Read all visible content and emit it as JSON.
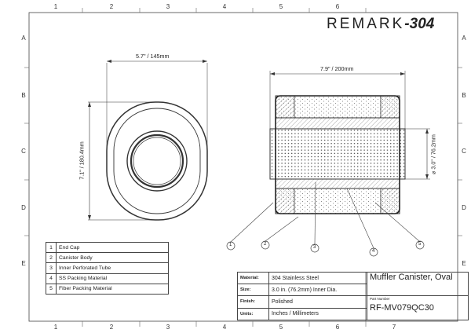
{
  "brand": {
    "word": "REMARK",
    "number": "-304"
  },
  "grid": {
    "columns": [
      "1",
      "2",
      "3",
      "4",
      "5",
      "6",
      "7"
    ],
    "rows": [
      "A",
      "B",
      "C",
      "D",
      "E"
    ]
  },
  "dimensions": {
    "end_width": "5.7\" / 145mm",
    "end_height": "7.1\" / 180.4mm",
    "length": "7.9\" / 200mm",
    "inner_dia": "⌀ 3.0\" / 76.2mm"
  },
  "callouts": [
    "1",
    "2",
    "3",
    "4",
    "5"
  ],
  "legend": [
    {
      "num": "1",
      "label": "End Cap"
    },
    {
      "num": "2",
      "label": "Canister Body"
    },
    {
      "num": "3",
      "label": "Inner Perforated Tube"
    },
    {
      "num": "4",
      "label": "SS Packing Material"
    },
    {
      "num": "5",
      "label": "Fiber Packing Material"
    }
  ],
  "title_block": {
    "material_label": "Material:",
    "material_value": "304 Stainless Steel",
    "size_label": "Size:",
    "size_value": "3.0 in. (76.2mm) Inner Dia.",
    "finish_label": "Finish:",
    "finish_value": "Polished",
    "units_label": "Units:",
    "units_value": "Inches / Millimeters",
    "part_name": "Muffler Canister, Oval",
    "part_number_label": "Part Number",
    "part_number": "RF-MV079QC30"
  },
  "colors": {
    "line": "#333333",
    "hatch": "#7a7a7a",
    "dots": "#444444"
  }
}
